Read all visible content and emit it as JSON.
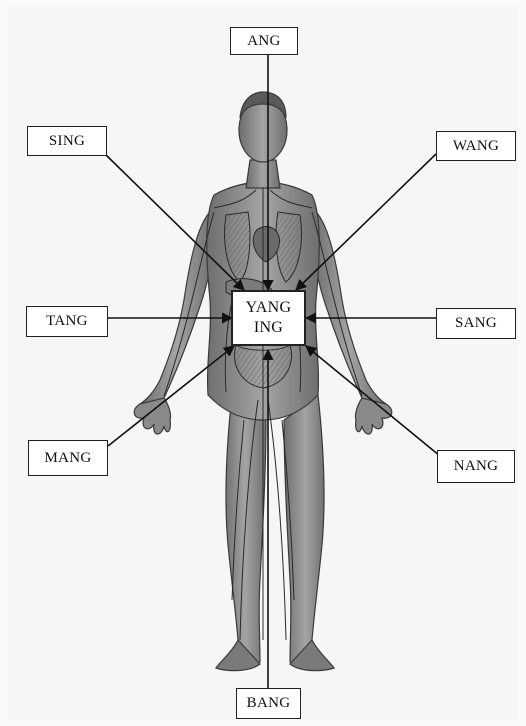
{
  "labels": {
    "ang": "ANG",
    "sing": "SING",
    "wang": "WANG",
    "tang": "TANG",
    "sang": "SANG",
    "mang": "MANG",
    "nang": "NANG",
    "bang": "BANG",
    "center_line1": "YANG",
    "center_line2": "ING"
  },
  "colors": {
    "background": "#ffffff",
    "figure_ink": "#3a3a3a",
    "figure_fill": "#8e8e8e",
    "vessel": "#2a2a2a",
    "box_border": "#222222",
    "arrow": "#111111"
  }
}
